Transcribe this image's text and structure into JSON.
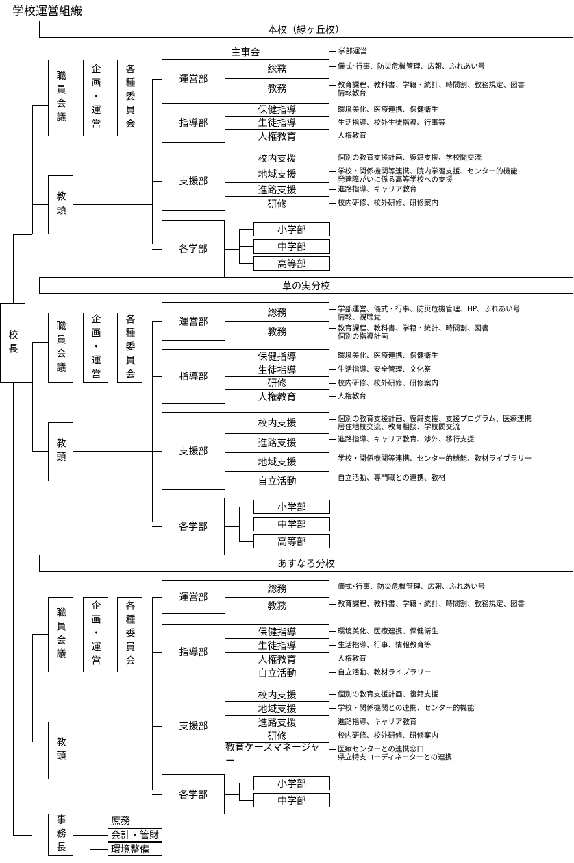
{
  "title": "学校運営組織",
  "principal": "校長",
  "vertical_labels": {
    "staff_meeting": "職員会議",
    "planning": "企画・運営",
    "committees": "各種委員会",
    "vice_principal": "教頭",
    "admin_chief": "事務長"
  },
  "departments": {
    "unei": "運営部",
    "shido": "指導部",
    "shien": "支援部",
    "gakubu": "各学部",
    "shujikai": "主事会"
  },
  "honko": {
    "name": "本校（緑ヶ丘校）",
    "shujikai_note": "学部運営",
    "unei": [
      {
        "label": "総務",
        "note": "儀式･行事、防災危機管理、広報、ふれあい号"
      },
      {
        "label": "教務",
        "note": "教育課程、教科書、学籍・統計、時間割、教務規定、図書\n情報教育"
      }
    ],
    "shido": [
      {
        "label": "保健指導",
        "note": "環境美化、医療連携、保健衛生"
      },
      {
        "label": "生徒指導",
        "note": "生活指導、校外生徒指導、行事等"
      },
      {
        "label": "人権教育",
        "note": "人権教育"
      }
    ],
    "shien": [
      {
        "label": "校内支援",
        "note": "個別の教育支援計画、復籍支援、学校間交流"
      },
      {
        "label": "地域支援",
        "note": "学校・関係機関等連携、院内学習支援、センター的機能\n発達障がいに係る高等学校への支援"
      },
      {
        "label": "進路支援",
        "note": "進路指導、キャリア教育"
      },
      {
        "label": "研修",
        "note": "校内研修、校外研修、研修案内"
      }
    ],
    "gakubu": [
      "小学部",
      "中学部",
      "高等部"
    ]
  },
  "kusanomi": {
    "name": "草の実分校",
    "unei": [
      {
        "label": "総務",
        "note": "学部運営、儀式・行事、防災危機管理、HP、ふれあい号\n情報、視聴覚"
      },
      {
        "label": "教務",
        "note": "教育課程、教科書、学籍・統計、時間割、図書\n個別の指導計画"
      }
    ],
    "shido": [
      {
        "label": "保健指導",
        "note": "環境美化、医療連携、保健衛生"
      },
      {
        "label": "生徒指導",
        "note": "生活指導、安全管理、文化祭"
      },
      {
        "label": "研修",
        "note": "校内研修、校外研修、研修案内"
      },
      {
        "label": "人権教育",
        "note": "人権教育"
      }
    ],
    "shien": [
      {
        "label": "校内支援",
        "note": "個別の教育支援計画、復籍支援、支援プログラム、医療連携\n居住地校交流、教育相談、学校間交流"
      },
      {
        "label": "進路支援",
        "note": "進路指導、キャリア教育、渉外、移行支援"
      },
      {
        "label": "地域支援",
        "note": "学校・関係機関等連携、センター的機能、教材ライブラリー"
      },
      {
        "label": "自立活動",
        "note": "自立活動、専門職との連携、教材"
      }
    ],
    "gakubu": [
      "小学部",
      "中学部",
      "高等部"
    ]
  },
  "asunaro": {
    "name": "あすなろ分校",
    "unei": [
      {
        "label": "総務",
        "note": "儀式･行事、防災危機管理、広報、ふれあい号"
      },
      {
        "label": "教務",
        "note": "教育課程、教科書、学籍・統計、時間割、教務規定、図書"
      }
    ],
    "shido": [
      {
        "label": "保健指導",
        "note": "環境美化、医療連携、保健衛生"
      },
      {
        "label": "生徒指導",
        "note": "生活指導、行事、情報教育等"
      },
      {
        "label": "人権教育",
        "note": "人権教育"
      },
      {
        "label": "自立活動",
        "note": "自立活動、教材ライブラリー"
      }
    ],
    "shien": [
      {
        "label": "校内支援",
        "note": "個別の教育支援計画、復籍支援"
      },
      {
        "label": "地域支援",
        "note": "学校・関係機関との連携、センター的機能"
      },
      {
        "label": "進路支援",
        "note": "進路指導、キャリア教育"
      },
      {
        "label": "研修",
        "note": "校内研修、校外研修、研修案内"
      },
      {
        "label": "教育ケースマネージャー",
        "note": "医療センターとの連携窓口\n県立特支コーディネーターとの連携"
      }
    ],
    "gakubu": [
      "小学部",
      "中学部"
    ]
  },
  "office": [
    "庶務",
    "会計・管財",
    "環境整備"
  ]
}
